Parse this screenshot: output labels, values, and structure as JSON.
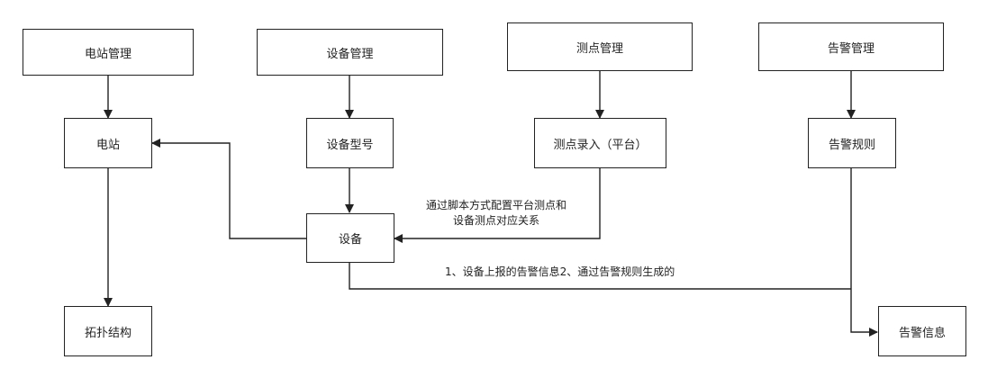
{
  "nodes": {
    "station_mgmt": "电站管理",
    "device_mgmt": "设备管理",
    "point_mgmt": "测点管理",
    "alarm_mgmt": "告警管理",
    "station": "电站",
    "device_model": "设备型号",
    "point_entry": "测点录入（平台）",
    "alarm_rule": "告警规则",
    "device": "设备",
    "topology": "拓扑结构",
    "alarm_info": "告警信息"
  },
  "edge_labels": {
    "script_mapping_line1": "通过脚本方式配置平台测点和",
    "script_mapping_line2": "设备测点对应关系",
    "alarm_source": "1、设备上报的告警信息2、通过告警规则生成的"
  },
  "colors": {
    "stroke": "#222222",
    "background": "#ffffff"
  }
}
